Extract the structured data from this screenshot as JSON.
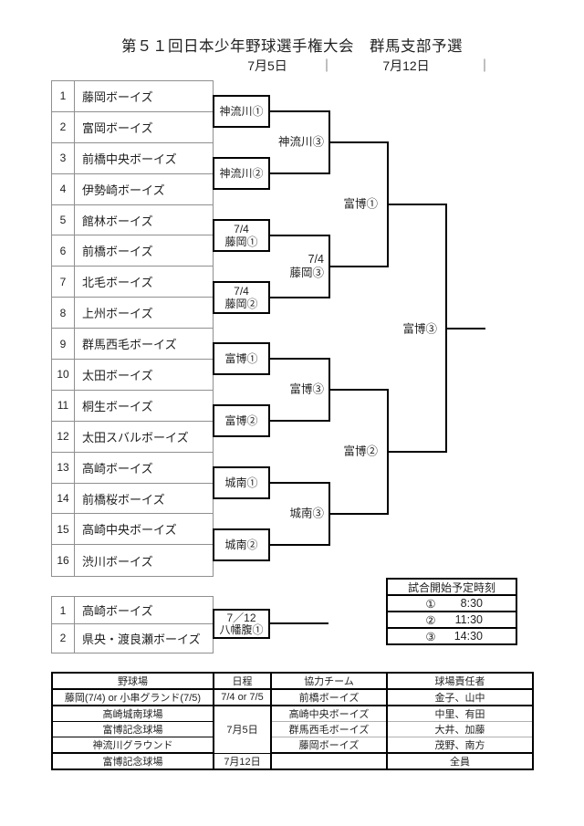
{
  "title": "第５１回日本少年野球選手権大会　群馬支部予選",
  "date_header": {
    "date1": "7月5日",
    "sep1": "｜",
    "date2": "7月12日",
    "sep2": "｜"
  },
  "bracket": {
    "teams": [
      {
        "no": "1",
        "name": "藤岡ボーイズ"
      },
      {
        "no": "2",
        "name": "富岡ボーイズ"
      },
      {
        "no": "3",
        "name": "前橋中央ボーイズ"
      },
      {
        "no": "4",
        "name": "伊勢崎ボーイズ"
      },
      {
        "no": "5",
        "name": "館林ボーイズ"
      },
      {
        "no": "6",
        "name": "前橋ボーイズ"
      },
      {
        "no": "7",
        "name": "北毛ボーイズ"
      },
      {
        "no": "8",
        "name": "上州ボーイズ"
      },
      {
        "no": "9",
        "name": "群馬西毛ボーイズ"
      },
      {
        "no": "10",
        "name": "太田ボーイズ"
      },
      {
        "no": "11",
        "name": "桐生ボーイズ"
      },
      {
        "no": "12",
        "name": "太田スバルボーイズ"
      },
      {
        "no": "13",
        "name": "高崎ボーイズ"
      },
      {
        "no": "14",
        "name": "前橋桜ボーイズ"
      },
      {
        "no": "15",
        "name": "高崎中央ボーイズ"
      },
      {
        "no": "16",
        "name": "渋川ボーイズ"
      }
    ],
    "round1": [
      {
        "line1": "神流川①"
      },
      {
        "line1": "神流川②"
      },
      {
        "line1": "7/4",
        "line2": "藤岡①"
      },
      {
        "line1": "7/4",
        "line2": "藤岡②"
      },
      {
        "line1": "富博①"
      },
      {
        "line1": "富博②"
      },
      {
        "line1": "城南①"
      },
      {
        "line1": "城南②"
      }
    ],
    "round2": [
      {
        "line1": "神流川③"
      },
      {
        "line1": "7/4",
        "line2": "藤岡③"
      },
      {
        "line1": "富博③"
      },
      {
        "line1": "城南③"
      }
    ],
    "semifinals": [
      "富博①",
      "富博②"
    ],
    "final": "富博③"
  },
  "consolation": {
    "teams": [
      {
        "no": "1",
        "name": "高崎ボーイズ"
      },
      {
        "no": "2",
        "name": "県央・渡良瀬ボーイズ"
      }
    ],
    "match": {
      "line1": "7／12",
      "line2": "八幡腹①"
    }
  },
  "start_times": {
    "header": "試合開始予定時刻",
    "rows": [
      {
        "num": "①",
        "time": "8:30"
      },
      {
        "num": "②",
        "time": "11:30"
      },
      {
        "num": "③",
        "time": "14:30"
      }
    ]
  },
  "venues": {
    "headers": [
      "野球場",
      "日程",
      "協力チーム",
      "球場責任者"
    ],
    "rows": [
      {
        "venue": "藤岡(7/4) or 小串グランド(7/5)",
        "date": "7/4 or 7/5",
        "team": "前橋ボーイズ",
        "manager": "金子、山中"
      },
      {
        "venue": "高崎城南球場",
        "date": "7月5日",
        "team": "高崎中央ボーイズ",
        "manager": "中里、有田"
      },
      {
        "venue": "富博記念球場",
        "team": "群馬西毛ボーイズ",
        "manager": "大井、加藤"
      },
      {
        "venue": "神流川グラウンド",
        "team": "藤岡ボーイズ",
        "manager": "茂野、南方"
      },
      {
        "venue": "富博記念球場",
        "date": "7月12日",
        "team": "",
        "manager": "全員"
      }
    ]
  },
  "colors": {
    "bracket_line": "#000000",
    "grid_border": "#8f8f8f",
    "text": "#1f1f1f",
    "background": "#ffffff"
  }
}
